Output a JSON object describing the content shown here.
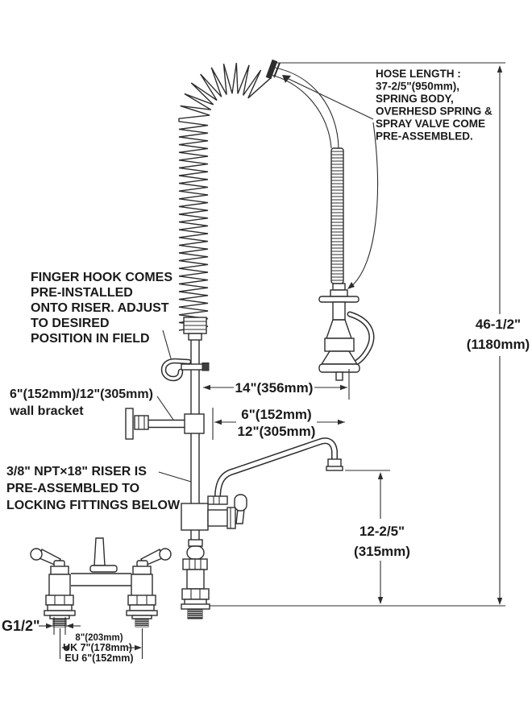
{
  "notes": {
    "hose": {
      "lines": [
        "HOSE LENGTH :",
        "37-2/5\"(950mm),",
        "SPRING BODY,",
        "OVERHESD SPRING &",
        "SPRAY VALVE COME",
        "PRE-ASSEMBLED."
      ]
    },
    "finger_hook": {
      "lines": [
        "FINGER HOOK COMES",
        "PRE-INSTALLED",
        "ONTO RISER. ADJUST",
        "TO DESIRED",
        "POSITION IN FIELD"
      ]
    },
    "wall_bracket": {
      "lines": [
        "6\"(152mm)/12\"(305mm)",
        "wall bracket"
      ]
    },
    "riser": {
      "lines": [
        "3/8\" NPT×18\" RISER IS",
        "PRE-ASSEMBLED TO",
        "LOCKING FITTINGS BELOW"
      ]
    }
  },
  "dimensions": {
    "hose_offset": "14\"(356mm)",
    "spout_reach_6": "6\"(152mm)",
    "spout_reach_12": "12\"(305mm)",
    "overall_height_in": "46-1/2\"",
    "overall_height_mm": "(1180mm)",
    "spout_height_in": "12-2/5\"",
    "spout_height_mm": "(315mm)",
    "inlet_thread": "G1/2\"",
    "faucet_centers_us": "8\"(203mm)",
    "faucet_centers_uk": "UK 7\"(178mm)",
    "faucet_centers_eu": "EU 6\"(152mm)"
  },
  "colors": {
    "line": "#2d2d2d",
    "text": "#1a1a1a",
    "background": "#ffffff"
  }
}
